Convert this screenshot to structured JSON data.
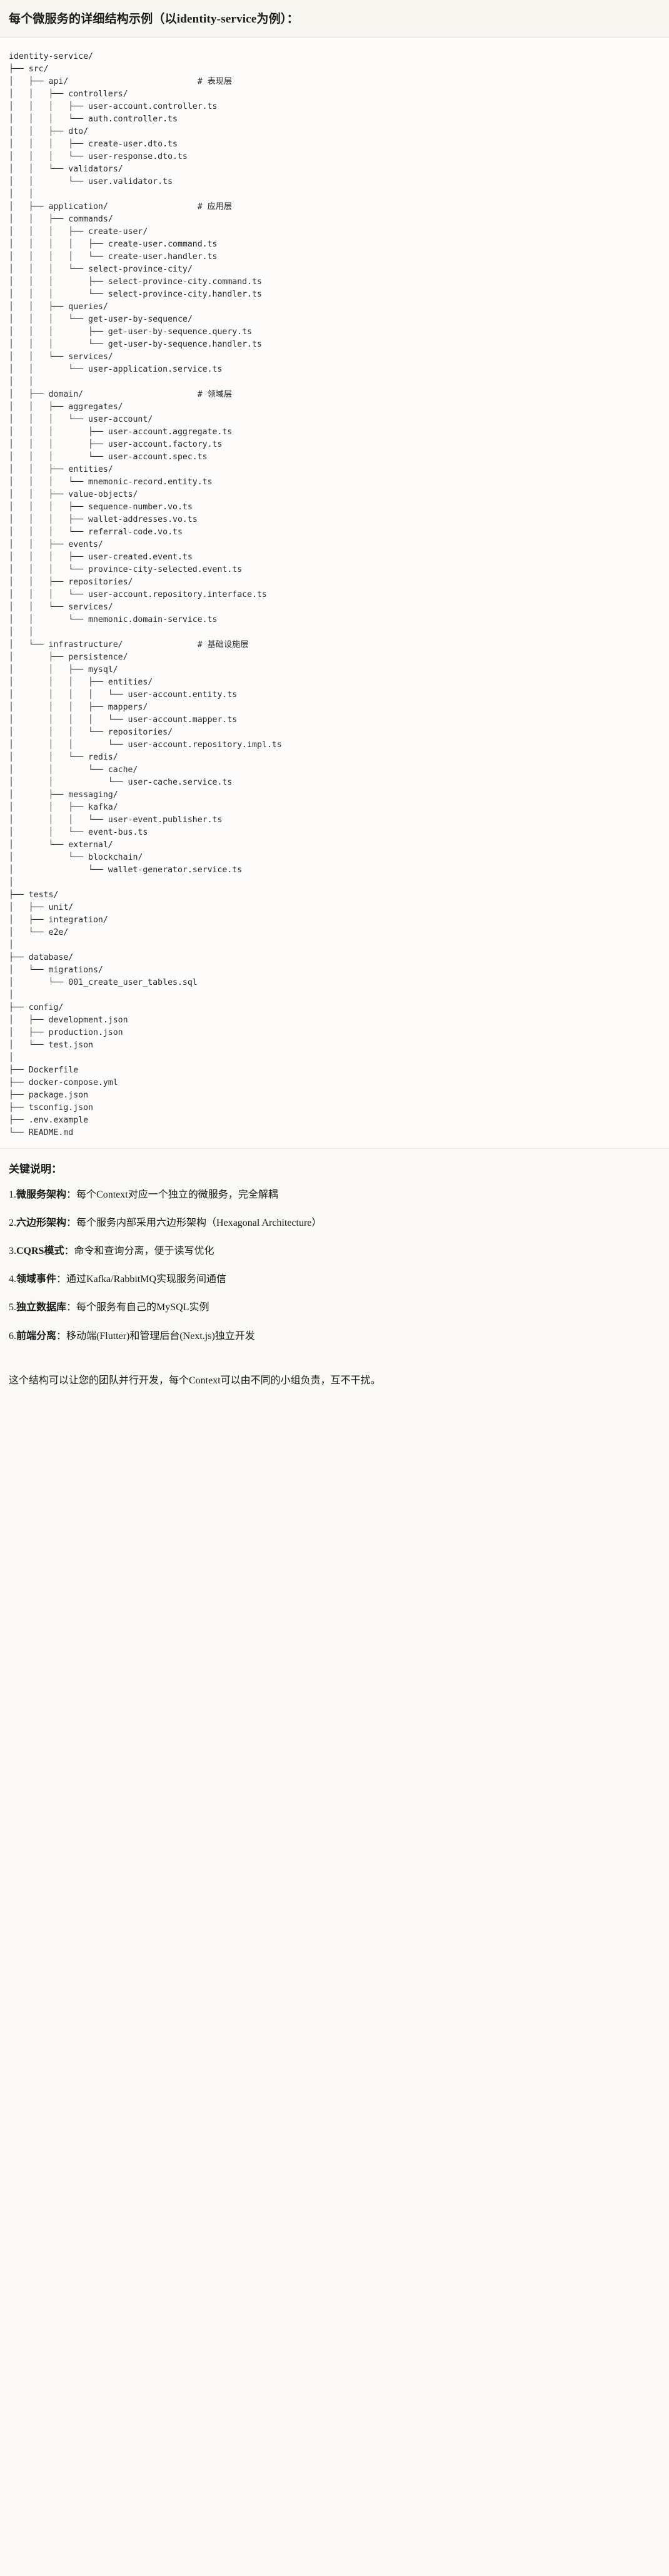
{
  "header": {
    "title": "每个微服务的详细结构示例（以identity-service为例）："
  },
  "tree": {
    "root": "identity-service/",
    "comments": {
      "api": "# 表现层",
      "application": "# 应用层",
      "domain": "# 领域层",
      "infrastructure": "# 基础设施层"
    },
    "text": "identity-service/\n├── src/\n│   ├── api/                          # 表现层\n│   │   ├── controllers/\n│   │   │   ├── user-account.controller.ts\n│   │   │   └── auth.controller.ts\n│   │   ├── dto/\n│   │   │   ├── create-user.dto.ts\n│   │   │   └── user-response.dto.ts\n│   │   └── validators/\n│   │       └── user.validator.ts\n│   │\n│   ├── application/                  # 应用层\n│   │   ├── commands/\n│   │   │   ├── create-user/\n│   │   │   │   ├── create-user.command.ts\n│   │   │   │   └── create-user.handler.ts\n│   │   │   └── select-province-city/\n│   │   │       ├── select-province-city.command.ts\n│   │   │       └── select-province-city.handler.ts\n│   │   ├── queries/\n│   │   │   └── get-user-by-sequence/\n│   │   │       ├── get-user-by-sequence.query.ts\n│   │   │       └── get-user-by-sequence.handler.ts\n│   │   └── services/\n│   │       └── user-application.service.ts\n│   │\n│   ├── domain/                       # 领域层\n│   │   ├── aggregates/\n│   │   │   └── user-account/\n│   │   │       ├── user-account.aggregate.ts\n│   │   │       ├── user-account.factory.ts\n│   │   │       └── user-account.spec.ts\n│   │   ├── entities/\n│   │   │   └── mnemonic-record.entity.ts\n│   │   ├── value-objects/\n│   │   │   ├── sequence-number.vo.ts\n│   │   │   ├── wallet-addresses.vo.ts\n│   │   │   └── referral-code.vo.ts\n│   │   ├── events/\n│   │   │   ├── user-created.event.ts\n│   │   │   └── province-city-selected.event.ts\n│   │   ├── repositories/\n│   │   │   └── user-account.repository.interface.ts\n│   │   └── services/\n│   │       └── mnemonic.domain-service.ts\n│   │\n│   └── infrastructure/               # 基础设施层\n│       ├── persistence/\n│       │   ├── mysql/\n│       │   │   ├── entities/\n│       │   │   │   └── user-account.entity.ts\n│       │   │   ├── mappers/\n│       │   │   │   └── user-account.mapper.ts\n│       │   │   └── repositories/\n│       │   │       └── user-account.repository.impl.ts\n│       │   └── redis/\n│       │       └── cache/\n│       │           └── user-cache.service.ts\n│       ├── messaging/\n│       │   ├── kafka/\n│       │   │   └── user-event.publisher.ts\n│       │   └── event-bus.ts\n│       └── external/\n│           └── blockchain/\n│               └── wallet-generator.service.ts\n│\n├── tests/\n│   ├── unit/\n│   ├── integration/\n│   └── e2e/\n│\n├── database/\n│   └── migrations/\n│       └── 001_create_user_tables.sql\n│\n├── config/\n│   ├── development.json\n│   ├── production.json\n│   └── test.json\n│\n├── Dockerfile\n├── docker-compose.yml\n├── package.json\n├── tsconfig.json\n├── .env.example\n└── README.md"
  },
  "notes": {
    "heading": "关键说明：",
    "items": [
      {
        "num": "1.",
        "term": "微服务架构",
        "sep": "：",
        "desc": "每个Context对应一个独立的微服务，完全解耦"
      },
      {
        "num": "2.",
        "term": "六边形架构",
        "sep": "：",
        "desc": "每个服务内部采用六边形架构（Hexagonal Architecture）"
      },
      {
        "num": "3.",
        "term": "CQRS模式",
        "sep": "：",
        "desc": "命令和查询分离，便于读写优化"
      },
      {
        "num": "4.",
        "term": "领域事件",
        "sep": "：",
        "desc": "通过Kafka/RabbitMQ实现服务间通信"
      },
      {
        "num": "5.",
        "term": "独立数据库",
        "sep": "：",
        "desc": "每个服务有自己的MySQL实例"
      },
      {
        "num": "6.",
        "term": "前端分离",
        "sep": "：",
        "desc": "移动端(Flutter)和管理后台(Next.js)独立开发"
      }
    ],
    "closing": "这个结构可以让您的团队并行开发，每个Context可以由不同的小组负责，互不干扰。"
  }
}
